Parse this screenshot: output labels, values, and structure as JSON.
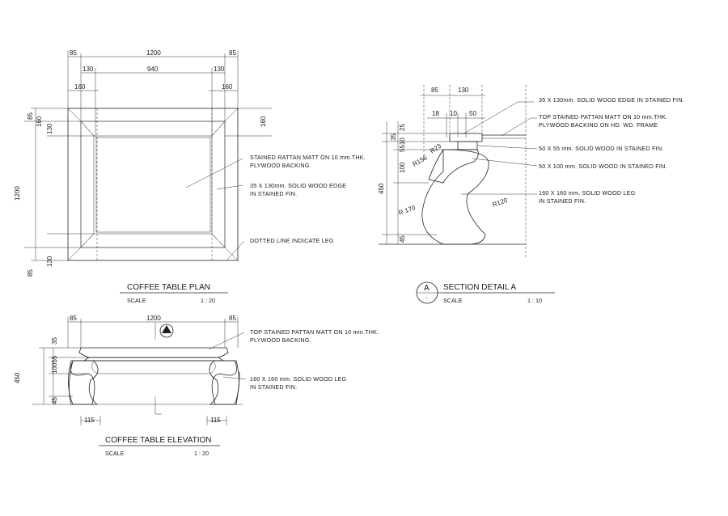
{
  "plan": {
    "title": "COFFEE TABLE PLAN",
    "scale_label": "SCALE",
    "scale_value": "1 : 20",
    "dims_top": [
      "85",
      "1200",
      "85"
    ],
    "dims_second": [
      "130",
      "940",
      "130"
    ],
    "dims_third": [
      "160",
      "160"
    ],
    "dims_left": [
      "85",
      "160",
      "130",
      "1200",
      "130",
      "85"
    ],
    "dim_right": "160",
    "notes": {
      "rattan_1": "STAINED RATTAN MATT ON 10 mm.THK.",
      "rattan_2": "PLYWOOD BACKING.",
      "edge_1": "35 X 130mm. SOLID WOOD EDGE",
      "edge_2": "IN STAINED FIN.",
      "leg": "DOTTED LINE INDICATE LEG"
    }
  },
  "section": {
    "badge": "A",
    "badge_sub": "-",
    "title": "SECTION DETAIL A",
    "scale_label": "SCALE",
    "scale_value": "1 : 10",
    "dims_top": [
      "85",
      "130"
    ],
    "dims_second": [
      "18",
      "10",
      "50"
    ],
    "dims_left": [
      "25",
      "35",
      "5510",
      "100",
      "450",
      "45"
    ],
    "radii": [
      "R23",
      "R156",
      "R120",
      "R 170"
    ],
    "notes": {
      "edge": "35 X 130mm. SOLID WOOD EDGE IN STAINED FIN.",
      "top_1": "TOP STAINED PATTAN MATT ON 10 mm.THK.",
      "top_2": "PLYWOOD BACKING ON HD. WD. FRAME",
      "wood_55": "50 X 55 mm. SOLID WOOD IN STAINED FIN.",
      "wood_100": "50 X 100 mm. SOLID WOOD IN STAINED FIN.",
      "leg_1": "160 X 160 mm. SOLID WOOD LEG",
      "leg_2": "IN STAINED FIN."
    }
  },
  "elevation": {
    "title": "COFFEE TABLE ELEVATION",
    "scale_label": "SCALE",
    "scale_value": "1 : 20",
    "dims_top": [
      "85",
      "1200",
      "85"
    ],
    "dims_left": [
      "35",
      "10055",
      "450",
      "45"
    ],
    "dims_bottom": [
      "115",
      "115"
    ],
    "section_marker": "A",
    "notes": {
      "top_1": "TOP STAINED PATTAN MATT ON 10 mm.THK.",
      "top_2": "PLYWOOD BACKING.",
      "leg_1": "160 X 160 mm. SOLID WOOD LEG",
      "leg_2": "IN STAINED FIN."
    }
  }
}
